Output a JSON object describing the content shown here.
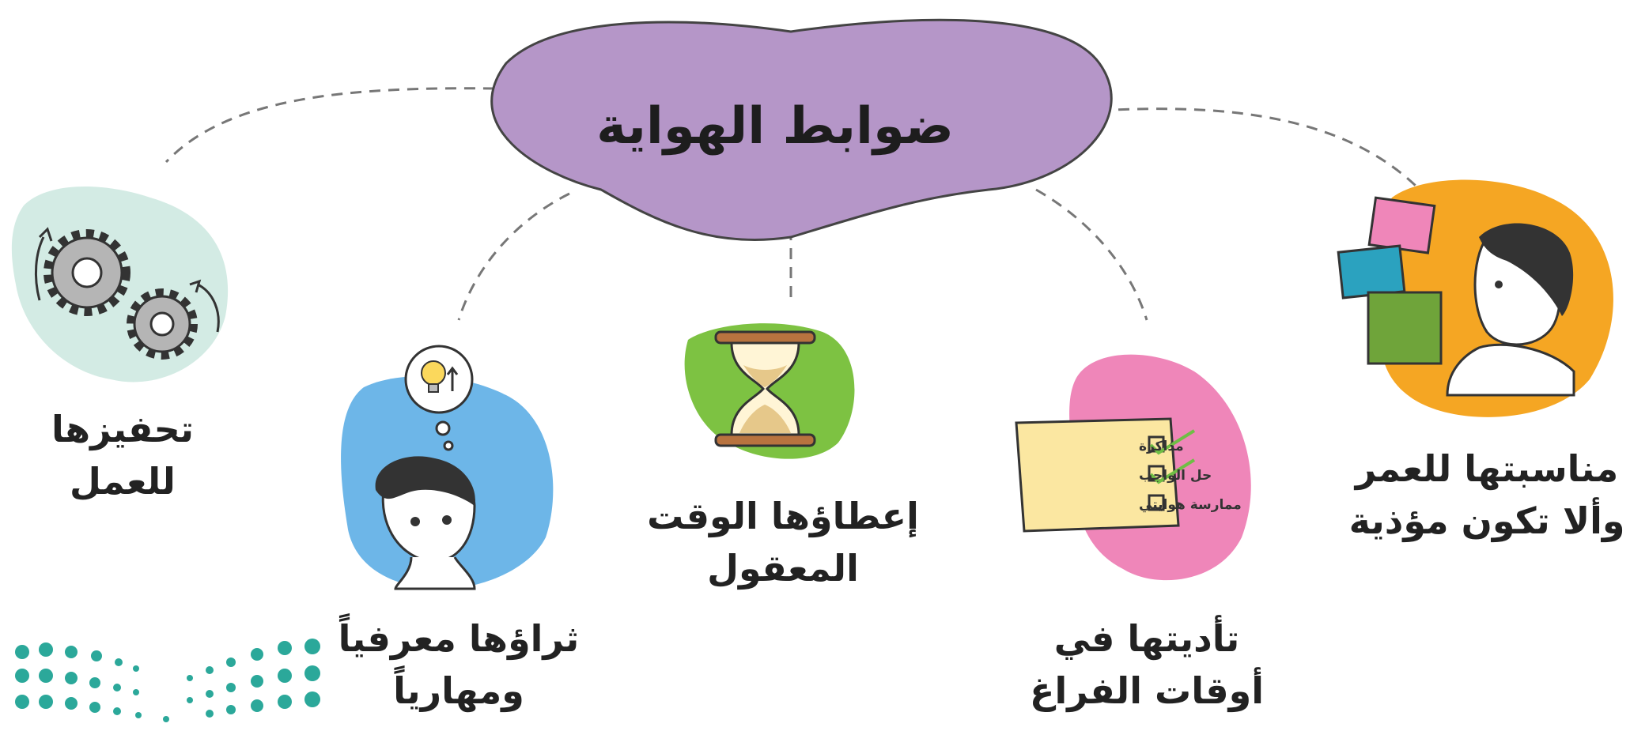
{
  "title": "ضوابط الهواية",
  "nodes": [
    {
      "id": "age",
      "line1": "مناسبتها للعمر",
      "line2": "وألا تكون مؤذية",
      "icon": "boxes-person-icon",
      "blob_color": "#F5A623"
    },
    {
      "id": "free-time",
      "line1": "تأديتها في",
      "line2": "أوقات الفراغ",
      "icon": "checklist-icon",
      "blob_color": "#EF86B9"
    },
    {
      "id": "time",
      "line1": "إعطاؤها الوقت",
      "line2": "المعقول",
      "icon": "hourglass-icon",
      "blob_color": "#7DC242"
    },
    {
      "id": "enrich",
      "line1": "ثراؤها معرفياً",
      "line2": "ومهارياً",
      "icon": "thinking-person-icon",
      "blob_color": "#6DB6E8"
    },
    {
      "id": "motivate",
      "line1": "تحفيزها",
      "line2": "للعمل",
      "icon": "gears-icon",
      "blob_color": "#D3EBE4"
    }
  ],
  "checklist": [
    "مذاكرة",
    "حل الواجب",
    "ممارسة هوايتي"
  ],
  "colors": {
    "center": "#B596C8",
    "teal_logo": "#2BA89A",
    "dash": "#777777"
  }
}
